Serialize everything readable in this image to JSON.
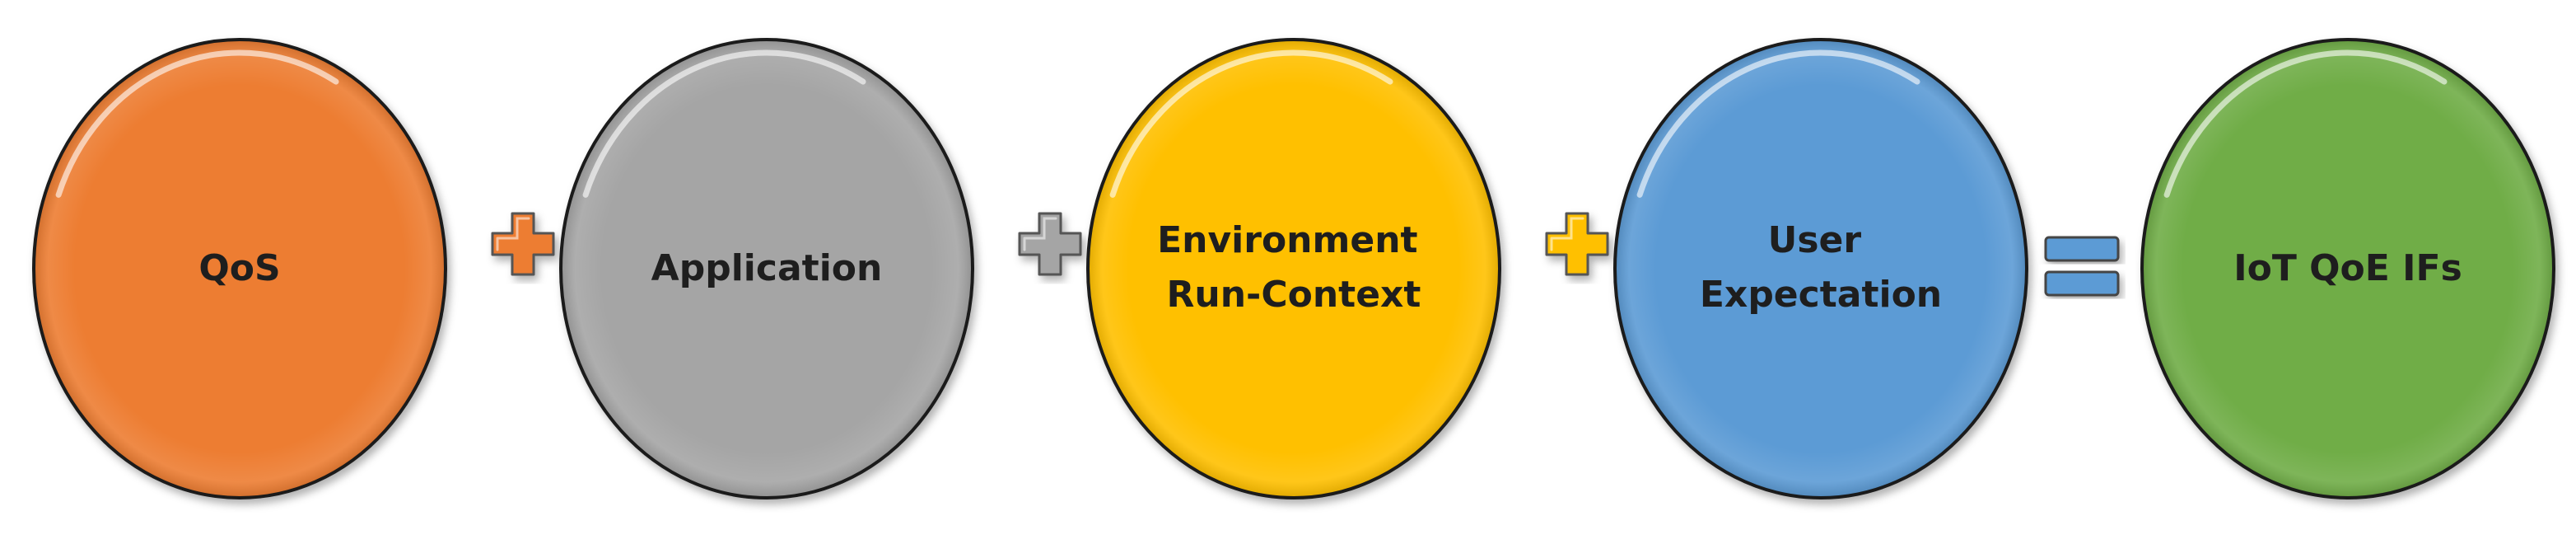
{
  "nodes": [
    {
      "id": "qos",
      "lines": [
        "QoS"
      ],
      "color": "#ED7D31"
    },
    {
      "id": "application",
      "lines": [
        "Application"
      ],
      "color": "#A5A5A5"
    },
    {
      "id": "environment",
      "lines": [
        "Environment",
        "Run-Context"
      ],
      "color": "#FFC000"
    },
    {
      "id": "user-expectation",
      "lines": [
        "User",
        "Expectation"
      ],
      "color": "#5B9BD5"
    },
    {
      "id": "iot-qoe-ifs",
      "lines": [
        "IoT QoE IFs"
      ],
      "color": "#70AD47"
    }
  ],
  "operators": [
    {
      "symbol": "plus",
      "color": "#ED7D31"
    },
    {
      "symbol": "plus",
      "color": "#A5A5A5"
    },
    {
      "symbol": "plus",
      "color": "#FFC000"
    },
    {
      "symbol": "equals",
      "color": "#5B9BD5"
    }
  ]
}
